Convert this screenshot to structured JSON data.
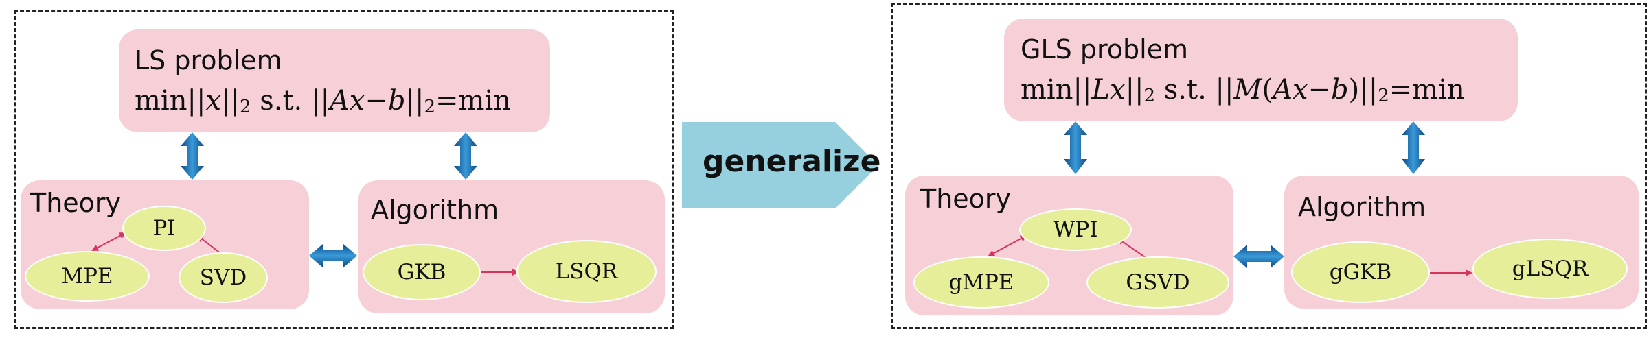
{
  "left_panel": {
    "problem": {
      "title": "LS problem",
      "formula": {
        "min": "min",
        "norm_open": "||",
        "var": "x",
        "norm_close": "||",
        "sub": "2",
        "st": " s.t. ",
        "norm2_open": "||",
        "expr": "Ax",
        "minus": "−",
        "b": "b",
        "norm2_close": "||",
        "sub2": "2",
        "eq": "=min"
      }
    },
    "theory": {
      "title": "Theory",
      "nodes": {
        "top": "PI",
        "left": "MPE",
        "right": "SVD"
      }
    },
    "algorithm": {
      "title": "Algorithm",
      "nodes": {
        "left": "GKB",
        "right": "LSQR"
      }
    }
  },
  "middle": {
    "label": "generalize"
  },
  "right_panel": {
    "problem": {
      "title": "GLS problem",
      "formula": {
        "min": "min",
        "norm_open": "||",
        "var": "Lx",
        "norm_close": "||",
        "sub": "2",
        "st": " s.t. ",
        "norm2_open": "||",
        "M": "M",
        "paren_open": "(",
        "expr": "Ax",
        "minus": "−",
        "b": "b",
        "paren_close": ")",
        "norm2_close": "||",
        "sub2": "2",
        "eq": "=min"
      }
    },
    "theory": {
      "title": "Theory",
      "nodes": {
        "top": "WPI",
        "left": "gMPE",
        "right": "GSVD"
      }
    },
    "algorithm": {
      "title": "Algorithm",
      "nodes": {
        "left": "gGKB",
        "right": "gLSQR"
      }
    }
  },
  "colors": {
    "box_fill": "#f6cfd7",
    "node_fill": "#e6ee9a",
    "arrow_blue": "#1f6fb0",
    "arrow_red": "#d6335d",
    "chevron_fill": "#96d0df"
  }
}
